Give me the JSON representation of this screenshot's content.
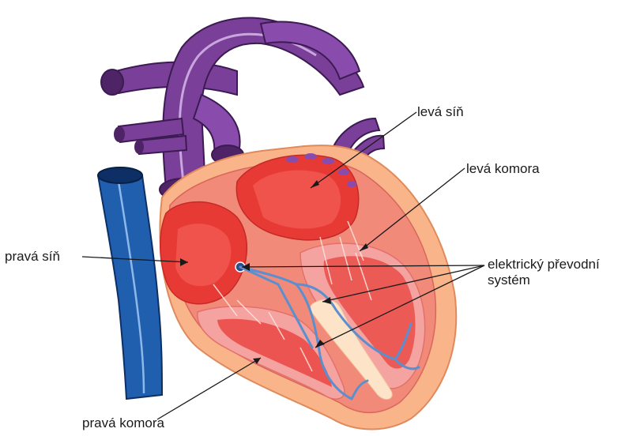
{
  "labels": {
    "left_atrium": "levá síň",
    "left_ventricle": "levá komora",
    "right_atrium": "pravá síň",
    "conduction_line1": "elektrický převodní",
    "conduction_line2": "systém",
    "right_ventricle": "pravá komora"
  },
  "colors": {
    "vessel_purple": "#7a3f98",
    "vessel_purple_dark": "#4e2466",
    "vena_cava_blue": "#1f5fae",
    "vena_cava_dark": "#0d2f66",
    "heart_outer": "#f9b48a",
    "heart_muscle": "#f28a7a",
    "chamber_red": "#e83a35",
    "chamber_pink": "#f4a3a0",
    "septum_light": "#fde3c8",
    "conduction_blue": "#5a8fd0",
    "leader_line": "#1a1a1a"
  }
}
